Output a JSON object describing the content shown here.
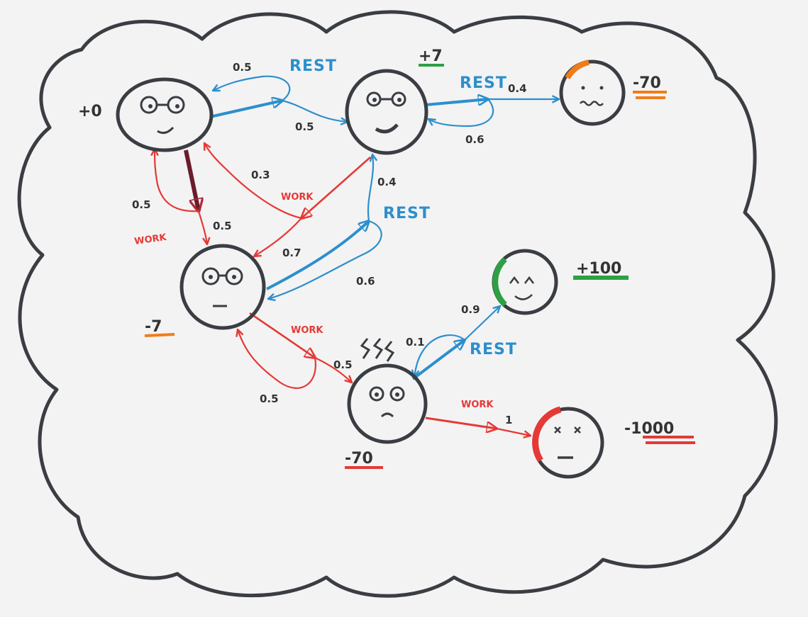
{
  "colors": {
    "ink": "#3a3d42",
    "rest": "#2d8fcc",
    "work": "#e53935",
    "positive": "#2ea043",
    "warning": "#ef7d1a",
    "background": "#f3f3f4"
  },
  "states": {
    "s1": {
      "reward": "+0"
    },
    "s2": {
      "reward": "+7"
    },
    "s3": {
      "reward": "-7"
    },
    "s4": {
      "reward": "-70"
    },
    "t_sick": {
      "reward": "-70"
    },
    "t_happy": {
      "reward": "+100"
    },
    "t_dead": {
      "reward": "-1000"
    }
  },
  "actions": {
    "rest_label": "REST",
    "work_label": "WORK"
  },
  "probabilities": {
    "s1_rest_s1": "0.5",
    "s1_rest_s2": "0.5",
    "s2_rest_sick": "0.4",
    "s2_rest_s2": "0.6",
    "s1_work_s1": "0.5",
    "s1_work_s3": "0.5",
    "s2_work_s1": "0.3",
    "s2_work_s3": "0.7",
    "s3_rest_s2": "0.4",
    "s3_rest_s3": "0.6",
    "s3_work_s4": "0.5",
    "s3_work_s3": "0.5",
    "s4_rest_happy": "0.9",
    "s4_rest_s4": "0.1",
    "s4_work_dead": "1"
  }
}
